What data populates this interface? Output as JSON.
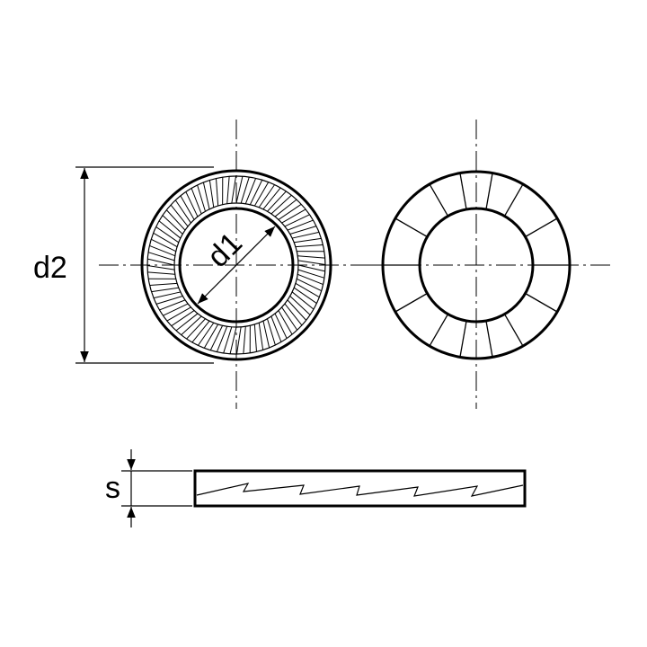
{
  "labels": {
    "outer_diameter": "d2",
    "inner_diameter": "d1",
    "thickness": "s"
  },
  "colors": {
    "line": "#000000",
    "background": "#ffffff"
  }
}
